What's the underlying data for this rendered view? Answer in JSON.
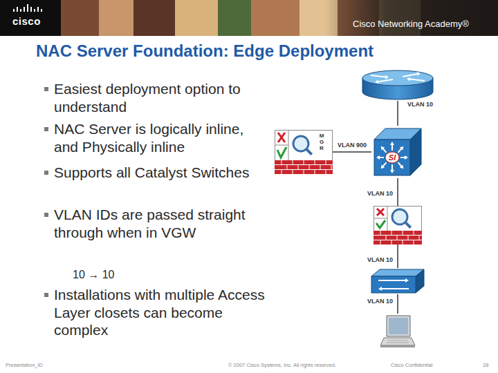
{
  "diagram": {
    "title": "NAC Server Foundation: Edge Deployment",
    "nodes": [
      {
        "text": []
      },
      {
        "text": [
          "MGR"
        ]
      },
      {
        "text": [
          "SI"
        ]
      },
      {
        "text": []
      },
      {
        "text": []
      },
      {
        "text": []
      }
    ],
    "edges": [
      {
        "from": 0,
        "to": 2,
        "arrow": "none",
        "label": "VLAN 10"
      },
      {
        "from": 1,
        "to": 2,
        "arrow": "none",
        "label": "VLAN 900"
      },
      {
        "from": 2,
        "to": 3,
        "arrow": "none",
        "label": "VLAN 10"
      },
      {
        "from": 3,
        "to": 4,
        "arrow": "none",
        "label": "VLAN 10"
      },
      {
        "from": 4,
        "to": 5,
        "arrow": "none",
        "label": "VLAN 10"
      }
    ],
    "labels": [
      "cisco",
      "Cisco Networking Academy®",
      "Easiest deployment option to understand",
      "NAC Server is logically inline, and Physically inline",
      "Supports all Catalyst Switches",
      "VLAN IDs are passed straight through when in VGW",
      "10 → 10",
      "Installations with multiple Access Layer closets can become complex",
      "Presentation_ID",
      "© 2007 Cisco Systems, Inc. All rights reserved.",
      "Cisco Confidential",
      "28"
    ]
  }
}
